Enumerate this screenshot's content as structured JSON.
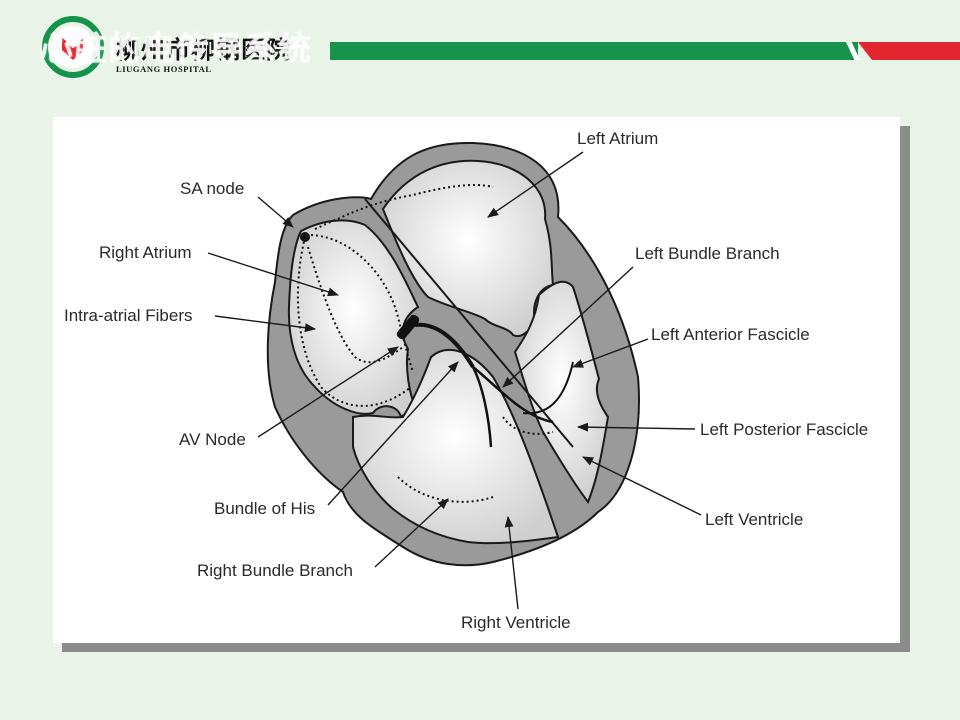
{
  "header": {
    "title": "心脏的电传导系统",
    "hospital_name": "柳州市柳钢医院",
    "hospital_name_en": "LIUGANG HOSPITAL"
  },
  "colors": {
    "green": "#16934a",
    "red": "#e2262f",
    "background": "#e9f3e8",
    "heart_wall": "#9a9a9a",
    "chamber": "#e6e6e6"
  },
  "icons": [
    "hospital-logo-icon"
  ],
  "labels": {
    "sa_node": "SA node",
    "right_atrium": "Right Atrium",
    "intra_atrial_fibers": "Intra-atrial Fibers",
    "av_node": "AV Node",
    "bundle_of_his": "Bundle of His",
    "right_bundle_branch": "Right Bundle Branch",
    "right_ventricle": "Right Ventricle",
    "left_atrium": "Left Atrium",
    "left_bundle_branch": "Left Bundle Branch",
    "left_anterior_fascicle": "Left Anterior Fascicle",
    "left_posterior_fascicle": "Left Posterior Fascicle",
    "left_ventricle": "Left Ventricle"
  }
}
